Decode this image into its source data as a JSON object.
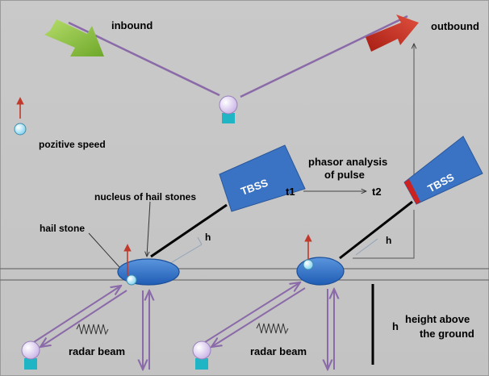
{
  "labels": {
    "inbound": "inbound",
    "outbound": "outbound",
    "positive_speed": "pozitive speed",
    "phasor_line1": "phasor analysis",
    "phasor_line2": "of pulse",
    "t1": "t1",
    "t2": "t2",
    "nucleus": "nucleus of hail stones",
    "hail_stone": "hail stone",
    "h": "h",
    "radar_beam": "radar beam",
    "height_line1": "height above",
    "height_line2": "the ground",
    "tbss": "TBSS"
  },
  "colors": {
    "background": "#c8c8c8",
    "hail_nucleus_fill": "#2e6fc8",
    "tbss_fill": "#3b73c4",
    "tbss_tip": "#cc2222",
    "inbound_arrow": "#8cc63f",
    "outbound_arrow": "#cc2b1e",
    "beam_line": "#8a6aa8",
    "radar_sphere": "#d9c7ee",
    "radar_base": "#1fb5c4",
    "hail_stone": "#a8e4f4",
    "speed_arrow": "#c0392b"
  }
}
